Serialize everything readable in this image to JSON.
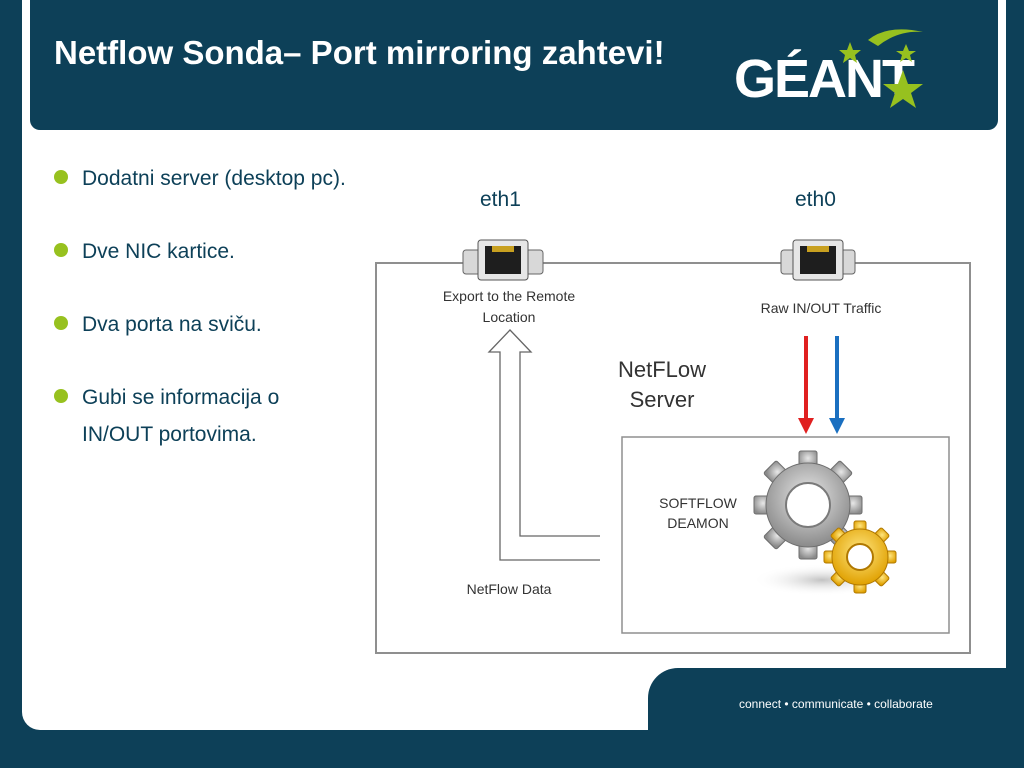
{
  "slide": {
    "title": "Netflow Sonda– Port mirroring zahtevi!",
    "logo_text": "GÉANT",
    "footer": "connect • communicate • collaborate"
  },
  "bullets": [
    "Dodatni server (desktop pc).",
    "Dve NIC kartice.",
    "Dva porta na sviču.",
    "Gubi se informacija o",
    "IN/OUT portovima."
  ],
  "diagram": {
    "eth1_label": "eth1",
    "eth0_label": "eth0",
    "export_label_line1": "Export to the Remote",
    "export_label_line2": "Location",
    "raw_label": "Raw IN/OUT Traffic",
    "server_line1": "NetFLow",
    "server_line2": "Server",
    "daemon_line1": "SOFTFLOW",
    "daemon_line2": "DEAMON",
    "netflow_data_label": "NetFlow Data"
  },
  "colors": {
    "brand_navy": "#0d4058",
    "bullet_green": "#97c11f",
    "in_arrow_red": "#e02020",
    "out_arrow_blue": "#1a6fc0"
  },
  "icons": [
    "rj45-port-icon",
    "gear-icon",
    "star-icon"
  ]
}
